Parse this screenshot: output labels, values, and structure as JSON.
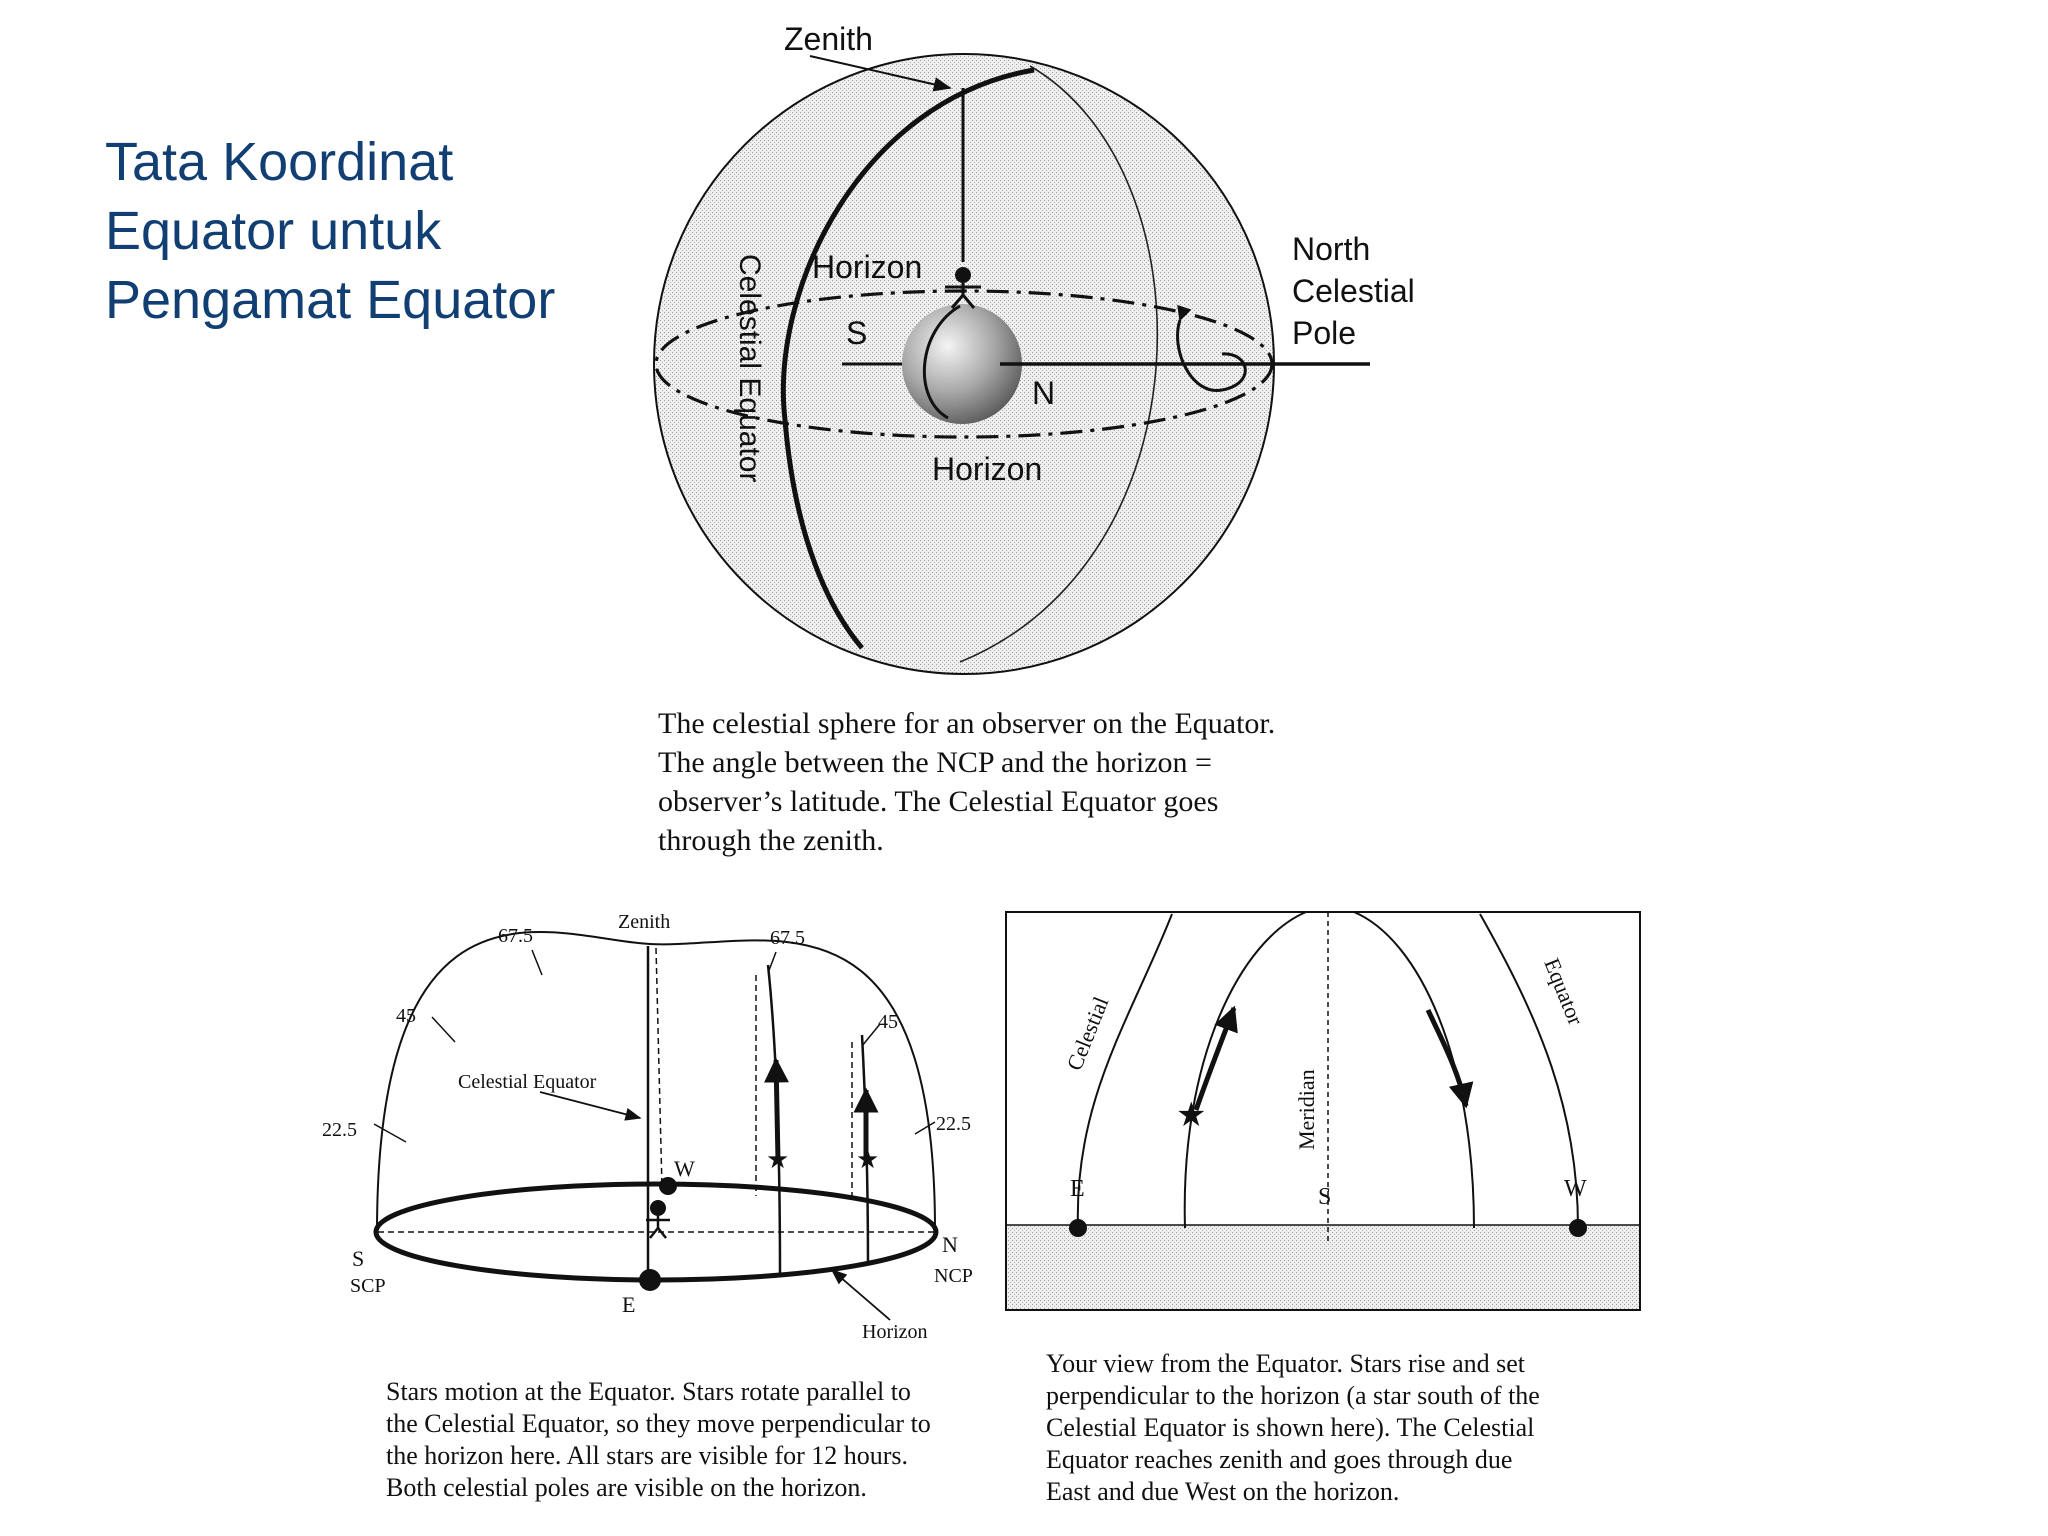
{
  "title": {
    "line1": "Tata Koordinat",
    "line2": "Equator untuk",
    "line3": "Pengamat Equator"
  },
  "figure1": {
    "zenith": "Zenith",
    "horizon_upper": "Horizon",
    "horizon_lower": "Horizon",
    "celestial_equator": "Celestial Equator",
    "south": "S",
    "north": "N",
    "ncp_line1": "North",
    "ncp_line2": "Celestial",
    "ncp_line3": "Pole",
    "caption": [
      "The celestial sphere for an observer on the Equator.",
      "The angle between the NCP and the horizon =",
      "observer’s latitude. The Celestial Equator goes",
      "through the zenith."
    ]
  },
  "figure2": {
    "zenith": "Zenith",
    "alt_67_left": "67.5",
    "alt_67_right": "67.5",
    "alt_45_left": "45",
    "alt_45_right": "45",
    "alt_22_left": "22.5",
    "alt_22_right": "22.5",
    "celestial_equator": "Celestial Equator",
    "west": "W",
    "east": "E",
    "south": "S",
    "scp": "SCP",
    "north": "N",
    "ncp": "NCP",
    "horizon": "Horizon",
    "caption": [
      "Stars motion at the Equator. Stars rotate parallel to",
      "the Celestial Equator, so they move perpendicular to",
      "the horizon here. All stars are visible for 12 hours.",
      "Both celestial poles are visible on the horizon."
    ]
  },
  "figure3": {
    "celestial": "Celestial",
    "equator": "Equator",
    "meridian": "Meridian",
    "east": "E",
    "south": "S",
    "west": "W",
    "caption": [
      "Your view from the Equator. Stars rise and set",
      "perpendicular to the horizon (a star south of the",
      "Celestial Equator is shown here). The Celestial",
      "Equator reaches zenith and goes through due",
      "East and due West on the horizon."
    ]
  },
  "colors": {
    "title": "#123f73",
    "sphere_fill": "#e6e6e6",
    "ink": "#111111"
  }
}
